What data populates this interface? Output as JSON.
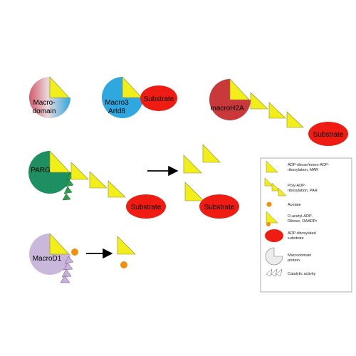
{
  "colors": {
    "mar_triangle": "#f2ee1a",
    "triangle_stroke": "#8a8a2a",
    "substrate": "#ee1c12",
    "acetate": "#f0900c",
    "macro3": "#2fa8e0",
    "macroh2a": "#c9393c",
    "parg": "#1e8f60",
    "macrod1": "#cab8dc",
    "catalytic_green": "#2e9e4a",
    "catalytic_purple": "#c8b0d8"
  },
  "proteins": {
    "macrodomain": {
      "label_line1": "Macro-",
      "label_line2": "domain"
    },
    "macro3": {
      "label_line1": "Macro3",
      "label_line2": "Artd8"
    },
    "macroh2a": {
      "label": "macroH2A"
    },
    "parg": {
      "label": "PARG"
    },
    "macrod1": {
      "label": "MacroD1"
    }
  },
  "substrate_label": "Substrate",
  "legend": {
    "items": [
      {
        "icon": "mar-triangle-icon",
        "line1": "ADP-ribose/mono-ADP-",
        "line2": "ribosylation, MAR"
      },
      {
        "icon": "par-chain-icon",
        "line1": "Poly-ADP-",
        "line2": "ribosylation, PAR"
      },
      {
        "icon": "acetate-icon",
        "line1": "Acetate",
        "line2": ""
      },
      {
        "icon": "oaadpr-icon",
        "line1": "O-acetyl-ADP-",
        "line2": "Ribose, OAADPr"
      },
      {
        "icon": "substrate-icon",
        "line1": "ADP-ribosylated",
        "line2": "substrate"
      },
      {
        "icon": "macrodomain-protein-icon",
        "line1": "Macrodomain",
        "line2": "protein"
      },
      {
        "icon": "catalytic-activity-icon",
        "line1": "Catalytic activity",
        "line2": ""
      }
    ]
  }
}
